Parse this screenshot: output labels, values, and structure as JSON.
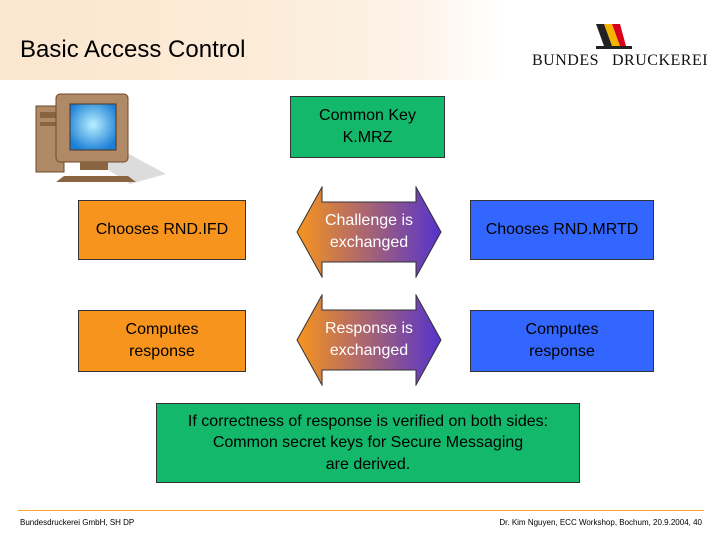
{
  "header": {
    "title": "Basic Access Control"
  },
  "logo": {
    "left": "BUNDES",
    "right": "DRUCKEREI"
  },
  "common_key": {
    "line1": "Common Key",
    "line2": "K.MRZ"
  },
  "ifd_choose": "Chooses RND.IFD",
  "challenge": {
    "line1": "Challenge is",
    "line2": "exchanged"
  },
  "mrtd_choose": "Chooses RND.MRTD",
  "ifd_compute": {
    "line1": "Computes",
    "line2": "response"
  },
  "response": {
    "line1": "Response is",
    "line2": "exchanged"
  },
  "mrtd_compute": {
    "line1": "Computes",
    "line2": "response"
  },
  "result": {
    "line1": "If correctness of response is verified on both sides:",
    "line2": "Common secret keys for Secure Messaging",
    "line3": "are derived."
  },
  "footer": {
    "left": "Bundesdruckerei GmbH, SH DP",
    "right": "Dr. Kim Nguyen, ECC Workshop, Bochum, 20.9.2004,  40"
  },
  "icons": {
    "computer": "desktop-computer-icon",
    "logo": "bundesdruckerei-logo"
  },
  "colors": {
    "orange": "#f7941d",
    "blue": "#3366ff",
    "green": "#13b86b",
    "arrow_start": "#f7941d",
    "arrow_end": "#5533cc"
  }
}
